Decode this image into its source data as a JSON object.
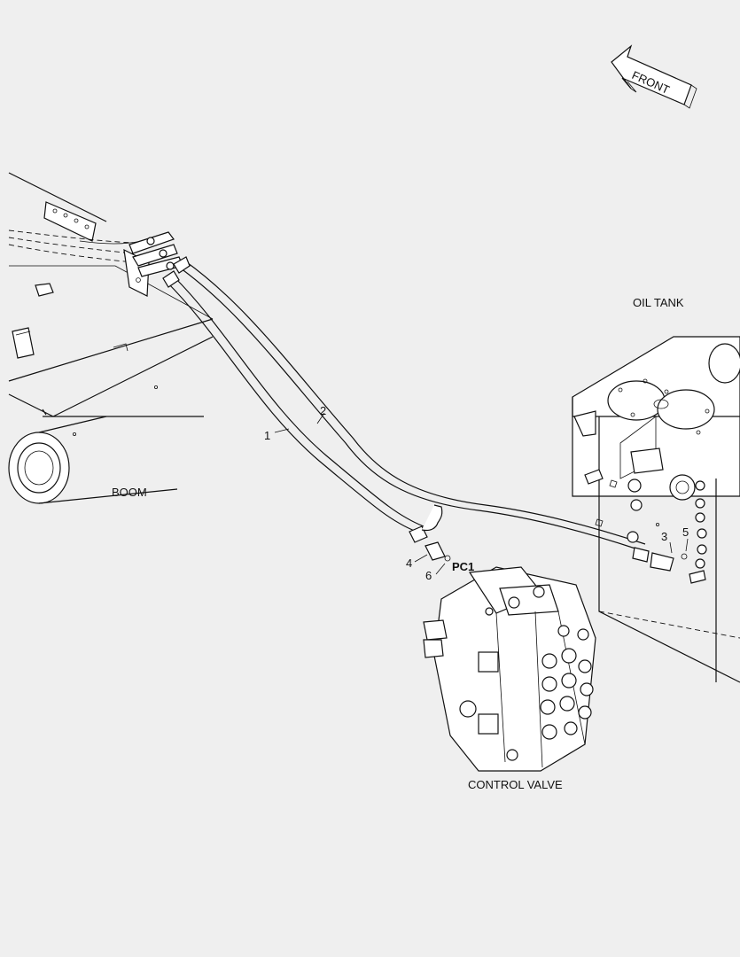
{
  "labels": {
    "front": "FRONT",
    "oil_tank": "OIL TANK",
    "boom": "BOOM",
    "control_valve": "CONTROL VALVE",
    "port_pc1": "PC1"
  },
  "callouts": [
    "1",
    "2",
    "3",
    "4",
    "5",
    "6"
  ]
}
